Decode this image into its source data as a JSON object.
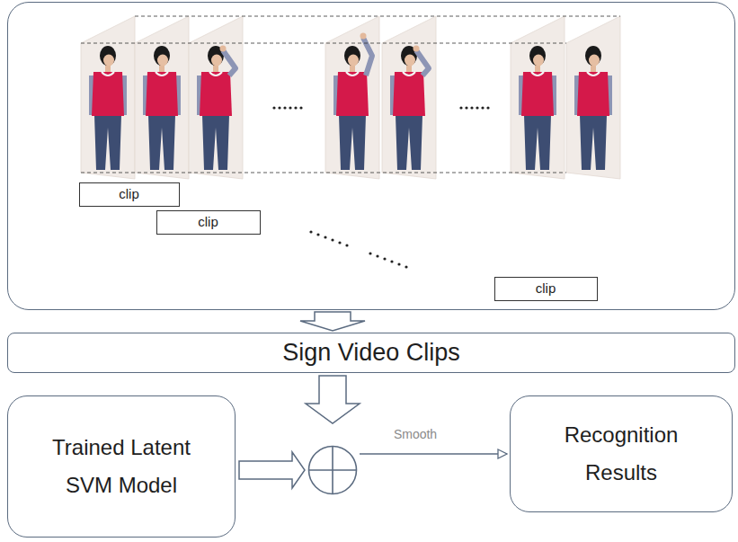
{
  "diagram": {
    "nodes": [
      {
        "text": []
      },
      {
        "text": [
          "clip"
        ],
        "in": 0
      },
      {
        "text": [
          "clip"
        ],
        "in": 0
      },
      {
        "text": [
          "clip"
        ],
        "in": 0
      },
      {
        "text": [
          "Sign Video Clips"
        ]
      },
      {
        "text": [
          "Trained Latent SVM Model"
        ]
      },
      {
        "text": []
      },
      {
        "text": [
          "Recognition Results"
        ]
      }
    ],
    "edges": [
      {
        "from": 0,
        "to": 4,
        "arrow": "to"
      },
      {
        "from": 4,
        "to": 6,
        "arrow": "to"
      },
      {
        "from": 5,
        "to": 6,
        "arrow": "to"
      },
      {
        "from": 6,
        "to": 7,
        "label": "Smooth",
        "arrow": "to"
      }
    ]
  }
}
